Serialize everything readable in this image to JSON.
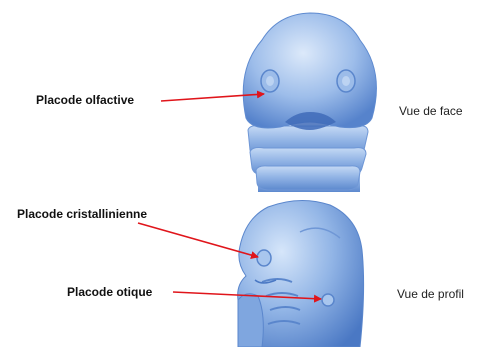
{
  "labels": {
    "olfactive": "Placode olfactive",
    "cristallinienne": "Placode cristallinienne",
    "otique": "Placode otique"
  },
  "views": {
    "face": "Vue de face",
    "profil": "Vue de profil"
  },
  "colors": {
    "embryo_light": "#cfe0f7",
    "embryo_mid": "#8fb3e6",
    "embryo_dark": "#4a78c4",
    "arrow": "#e0151b"
  }
}
